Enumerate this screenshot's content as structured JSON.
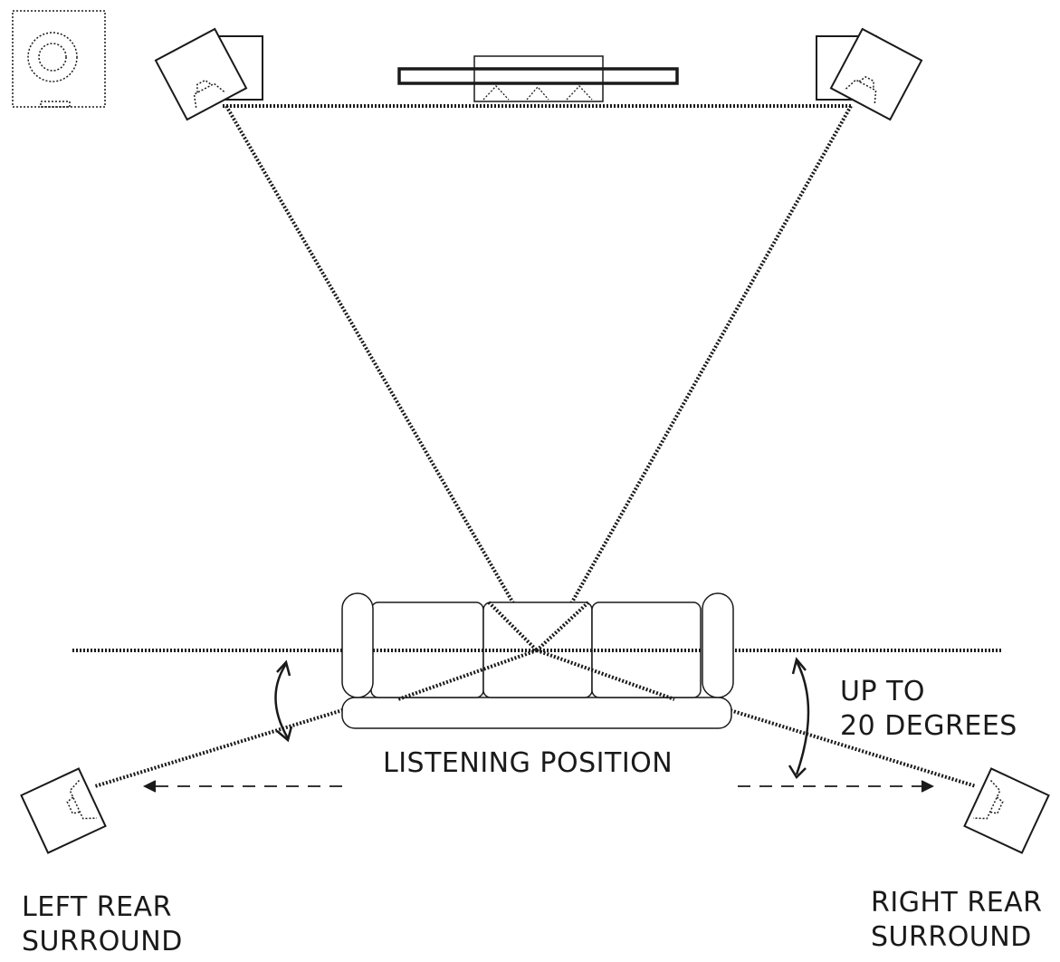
{
  "labels": {
    "angle_line1": "UP TO",
    "angle_line2": "20 DEGREES",
    "listening_position": "LISTENING POSITION",
    "left_rear_line1": "LEFT REAR",
    "left_rear_line2": "SURROUND",
    "right_rear_line1": "RIGHT REAR",
    "right_rear_line2": "SURROUND"
  },
  "colors": {
    "ink": "#1a1a1a",
    "background": "#ffffff"
  }
}
